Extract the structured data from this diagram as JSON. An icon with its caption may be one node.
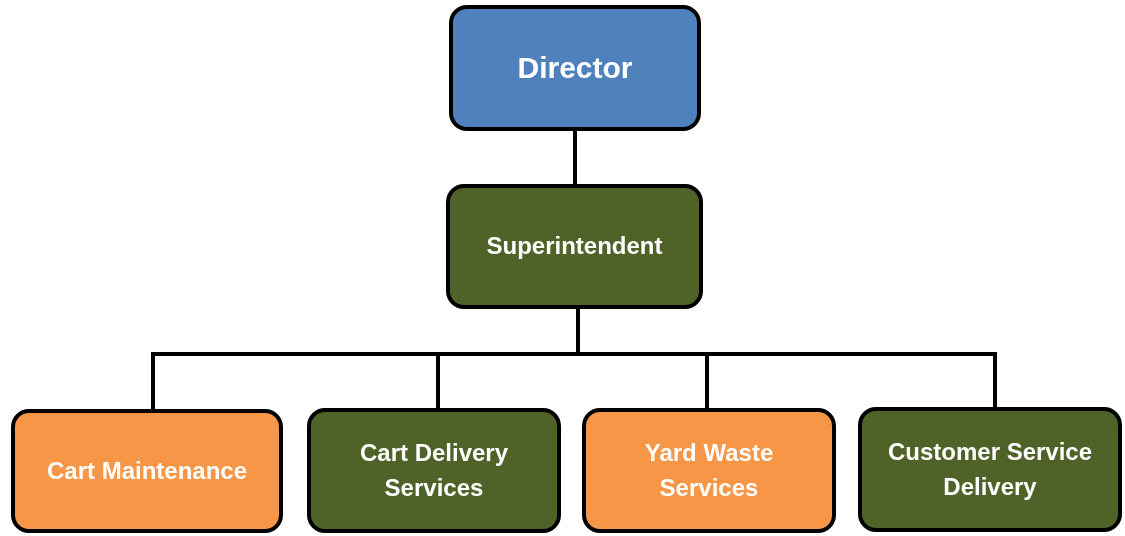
{
  "diagram": {
    "nodes": [
      {
        "text": [
          "Director"
        ]
      },
      {
        "text": [
          "Superintendent"
        ]
      },
      {
        "text": [
          "Cart Maintenance"
        ]
      },
      {
        "text": [
          "Cart Delivery Services"
        ]
      },
      {
        "text": [
          "Yard Waste Services"
        ]
      },
      {
        "text": [
          "Customer Service Delivery"
        ]
      }
    ],
    "edges": [
      {
        "from": 0,
        "to": 1,
        "arrow": "none"
      },
      {
        "from": 1,
        "to": 2,
        "arrow": "none"
      },
      {
        "from": 1,
        "to": 3,
        "arrow": "none"
      },
      {
        "from": 1,
        "to": 4,
        "arrow": "none"
      },
      {
        "from": 1,
        "to": 5,
        "arrow": "none"
      }
    ]
  }
}
